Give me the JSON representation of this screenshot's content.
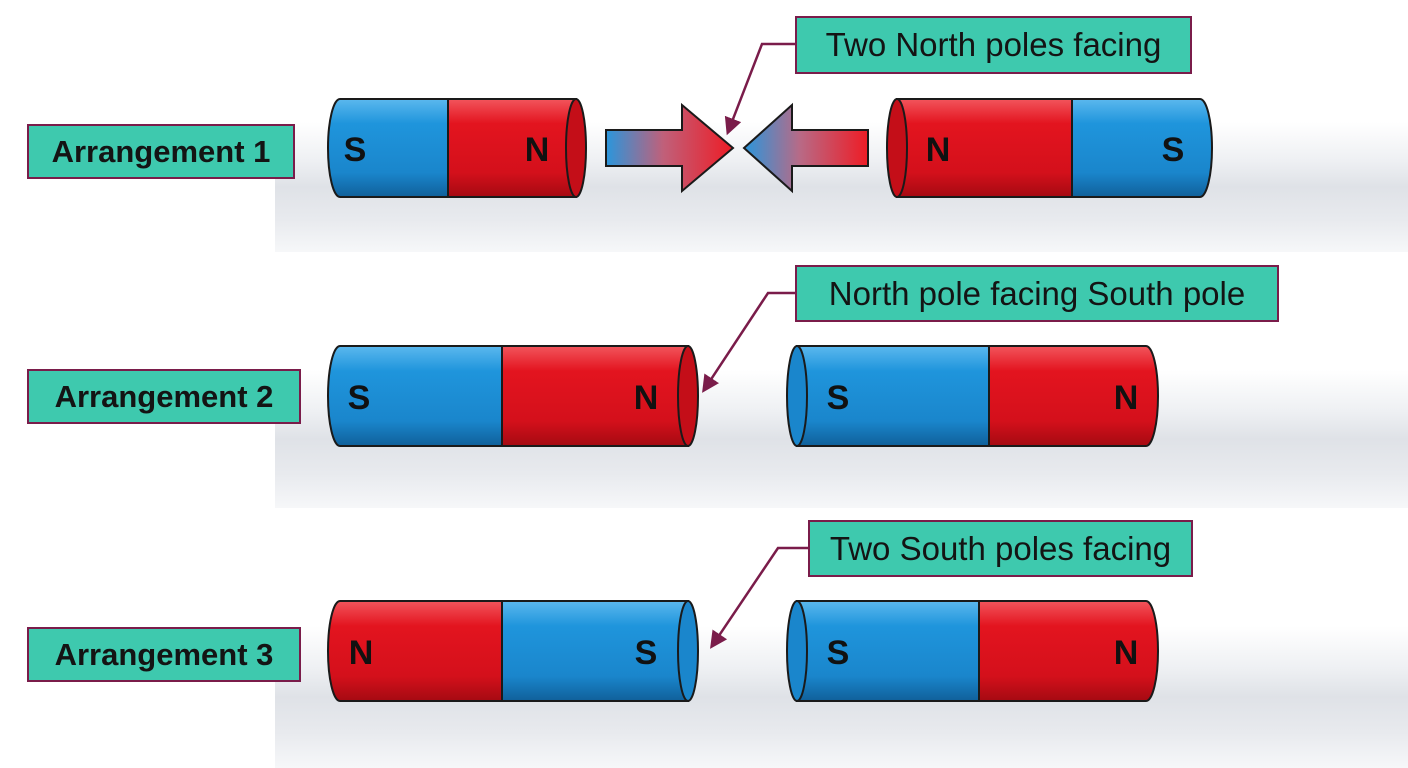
{
  "arrangements": [
    {
      "label": "Arrangement 1",
      "callout": "Two North poles facing",
      "left_magnet": {
        "left_pole": "S",
        "right_pole": "N"
      },
      "right_magnet": {
        "left_pole": "N",
        "right_pole": "S"
      }
    },
    {
      "label": "Arrangement 2",
      "callout": "North pole facing South pole",
      "left_magnet": {
        "left_pole": "S",
        "right_pole": "N"
      },
      "right_magnet": {
        "left_pole": "S",
        "right_pole": "N"
      }
    },
    {
      "label": "Arrangement 3",
      "callout": "Two South poles facing",
      "left_magnet": {
        "left_pole": "N",
        "right_pole": "S"
      },
      "right_magnet": {
        "left_pole": "S",
        "right_pole": "N"
      }
    }
  ],
  "colors": {
    "north": "#d9101d",
    "south": "#1c8fd6",
    "label_fill": "#3ec9ae",
    "label_border": "#7a1c4a"
  }
}
